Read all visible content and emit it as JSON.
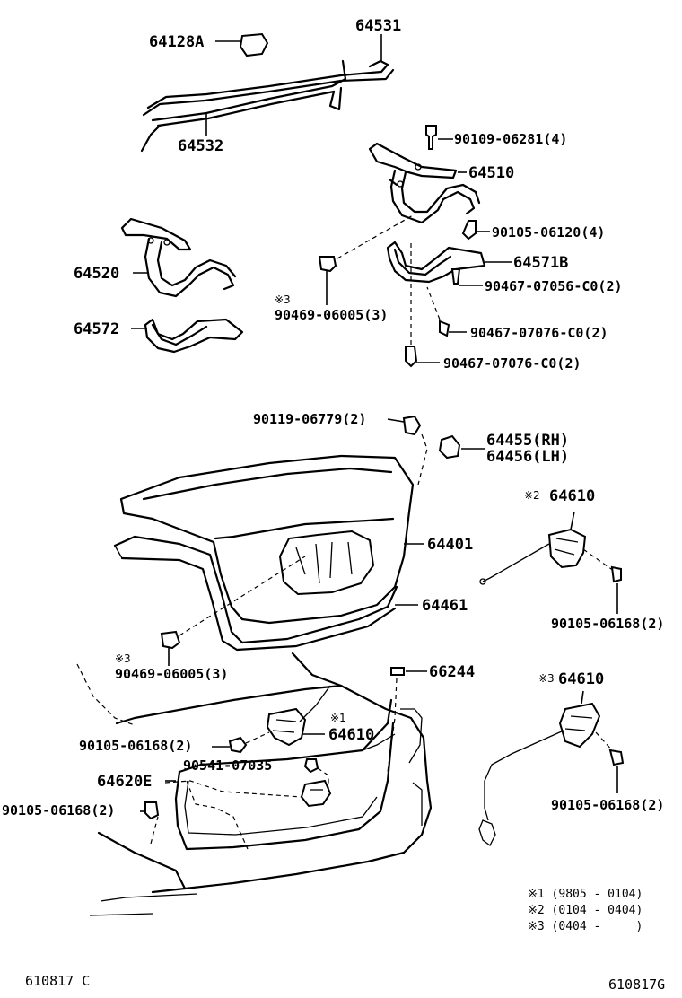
{
  "labels": {
    "p64128A": "64128A",
    "p64531": "64531",
    "p64532": "64532",
    "p90109_06281": "90109-06281(4)",
    "p64510": "64510",
    "p90105_06120": "90105-06120(4)",
    "p64520": "64520",
    "p64571B": "64571B",
    "p90467_07056": "90467-07056-C0(2)",
    "p90469_06005_top": "90469-06005(3)",
    "p64572": "64572",
    "p90467_07076_a": "90467-07076-C0(2)",
    "p90467_07076_b": "90467-07076-C0(2)",
    "p90119_06779": "90119-06779(2)",
    "p64455": "64455(RH)",
    "p64456": "64456(LH)",
    "p64610_2": "64610",
    "p64401": "64401",
    "p64461": "64461",
    "p90105_06168_a": "90105-06168(2)",
    "p90469_06005_low": "90469-06005(3)",
    "p66244": "66244",
    "p64610_3": "64610",
    "p64610_1": "64610",
    "p90105_06168_b": "90105-06168(2)",
    "p90541_07035": "90541-07035",
    "p64620E": "64620E",
    "p90105_06168_c": "90105-06168(2)",
    "p90105_06168_d": "90105-06168(2)"
  },
  "marks": {
    "m3_top": "※3",
    "m2": "※2",
    "m3_low": "※3",
    "m3_right": "※3",
    "m1": "※1"
  },
  "notes": [
    "※1 (9805 - 0104)",
    "※2 (0104 - 0404)",
    "※3 (0404 -     )"
  ],
  "codes": {
    "left": "610817 C",
    "right": "610817G"
  }
}
